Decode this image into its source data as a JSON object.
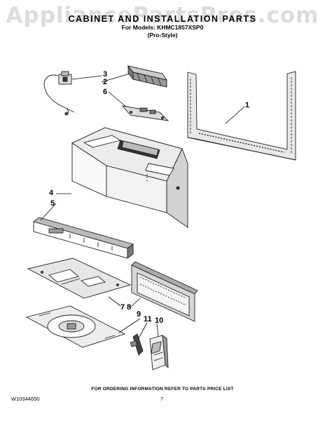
{
  "watermark": "AppliancePartsPros.com",
  "header": {
    "title": "CABINET AND INSTALLATION PARTS",
    "models_line": "For Models: KHMC1857XSP0",
    "style_line": "(Pro-Style)"
  },
  "callouts": [
    "1",
    "2",
    "3",
    "4",
    "5",
    "6",
    "7",
    "8",
    "9",
    "10",
    "11"
  ],
  "footer": {
    "ordering_info": "FOR ORDERING INFORMATION REFER TO PARTS PRICE LIST",
    "document_number": "W10344650",
    "page_number": "7"
  }
}
